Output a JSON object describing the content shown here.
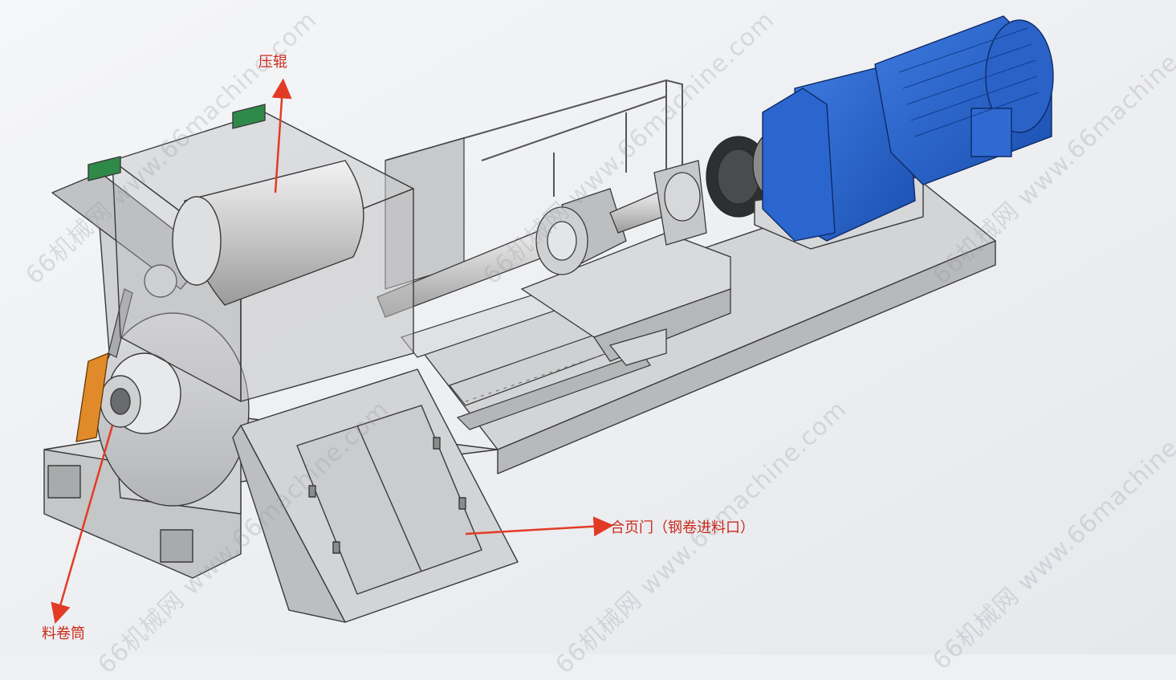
{
  "labels": {
    "press_roller": "压辊",
    "hinge_door": "合页门（钢卷进料口）",
    "coil_drum": "料卷筒"
  },
  "watermark": "66机械网 www.66machine.com",
  "colors": {
    "arrow": "#e23b25",
    "motor_blue": "#2560c8",
    "frame_gray": "#c8c9cb",
    "edge": "#3a3a3a"
  }
}
